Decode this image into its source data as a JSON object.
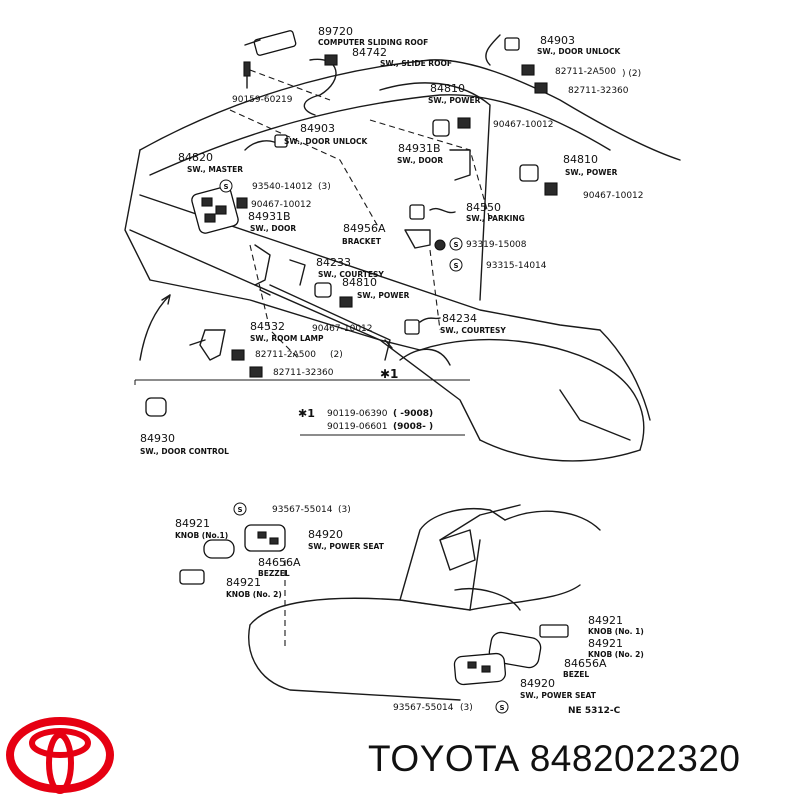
{
  "brand": {
    "name": "TOYOTA",
    "part_number": "8482022320",
    "logo_color": "#e60012"
  },
  "drawing_code": "NE  5312-C",
  "callouts": [
    {
      "id": "c1",
      "number": "89720",
      "name": "COMPUTER SLIDING ROOF"
    },
    {
      "id": "c2",
      "number": "84742",
      "name": "SW., SLIDE ROOF"
    },
    {
      "id": "c3",
      "number": "90159-60219"
    },
    {
      "id": "c4",
      "number": "84903",
      "name": "SW., DOOR UNLOCK"
    },
    {
      "id": "c5",
      "number": "82711-2A500",
      "qty": ") (2)"
    },
    {
      "id": "c6",
      "number": "82711-32360"
    },
    {
      "id": "c7",
      "number": "84810",
      "name": "SW., POWER"
    },
    {
      "id": "c8",
      "number": "90467-10012"
    },
    {
      "id": "c9",
      "number": "84903",
      "name": "SW., DOOR UNLOCK"
    },
    {
      "id": "c10",
      "number": "84931B",
      "name": "SW., DOOR"
    },
    {
      "id": "c11",
      "number": "84820",
      "name": "SW., MASTER"
    },
    {
      "id": "c12",
      "number": "93540-14012",
      "qty": "(3)"
    },
    {
      "id": "c13",
      "number": "90467-10012"
    },
    {
      "id": "c14",
      "number": "84810",
      "name": "SW., POWER"
    },
    {
      "id": "c15",
      "number": "90467-10012"
    },
    {
      "id": "c16",
      "number": "84931B",
      "name": "SW., DOOR"
    },
    {
      "id": "c17",
      "number": "84956A",
      "name": "BRACKET"
    },
    {
      "id": "c18",
      "number": "84550",
      "name": "SW., PARKING"
    },
    {
      "id": "c19",
      "number": "93319-15008"
    },
    {
      "id": "c20",
      "number": "93315-14014"
    },
    {
      "id": "c21",
      "number": "84233",
      "name": "SW., COURTESY"
    },
    {
      "id": "c22",
      "number": "84810",
      "name": "SW., POWER"
    },
    {
      "id": "c23",
      "number": "90467-10012"
    },
    {
      "id": "c24",
      "number": "84234",
      "name": "SW., COURTESY"
    },
    {
      "id": "c25",
      "number": "84532",
      "name": "SW., ROOM LAMP"
    },
    {
      "id": "c26",
      "number": "82711-2A500",
      "qty": "(2)"
    },
    {
      "id": "c27",
      "number": "82711-32360"
    },
    {
      "id": "c28",
      "number": "84930",
      "name": "SW., DOOR CONTROL"
    },
    {
      "id": "c29",
      "number": "93567-55014",
      "qty": "(3)"
    },
    {
      "id": "c30",
      "number": "84921",
      "name": "KNOB (No.1)"
    },
    {
      "id": "c31",
      "number": "84920",
      "name": "SW., POWER SEAT"
    },
    {
      "id": "c32",
      "number": "84656A",
      "name": "BEZZEL"
    },
    {
      "id": "c33",
      "number": "84921",
      "name": "KNOB (No. 2)"
    },
    {
      "id": "c34",
      "number": "84921",
      "name": "KNOB (No. 1)"
    },
    {
      "id": "c35",
      "number": "84921",
      "name": "KNOB (No. 2)"
    },
    {
      "id": "c36",
      "number": "84656A",
      "name": "BEZEL"
    },
    {
      "id": "c37",
      "number": "84920",
      "name": "SW., POWER SEAT"
    },
    {
      "id": "c38",
      "number": "93567-55014",
      "qty": "(3)"
    }
  ],
  "note_table": {
    "symbol": "✱1",
    "rows": [
      {
        "part": "90119-06390",
        "range": "(      -9008)"
      },
      {
        "part": "90119-06601",
        "range": "(9008-       )"
      }
    ]
  },
  "marker_label": "✱1",
  "circle_marker": "S"
}
